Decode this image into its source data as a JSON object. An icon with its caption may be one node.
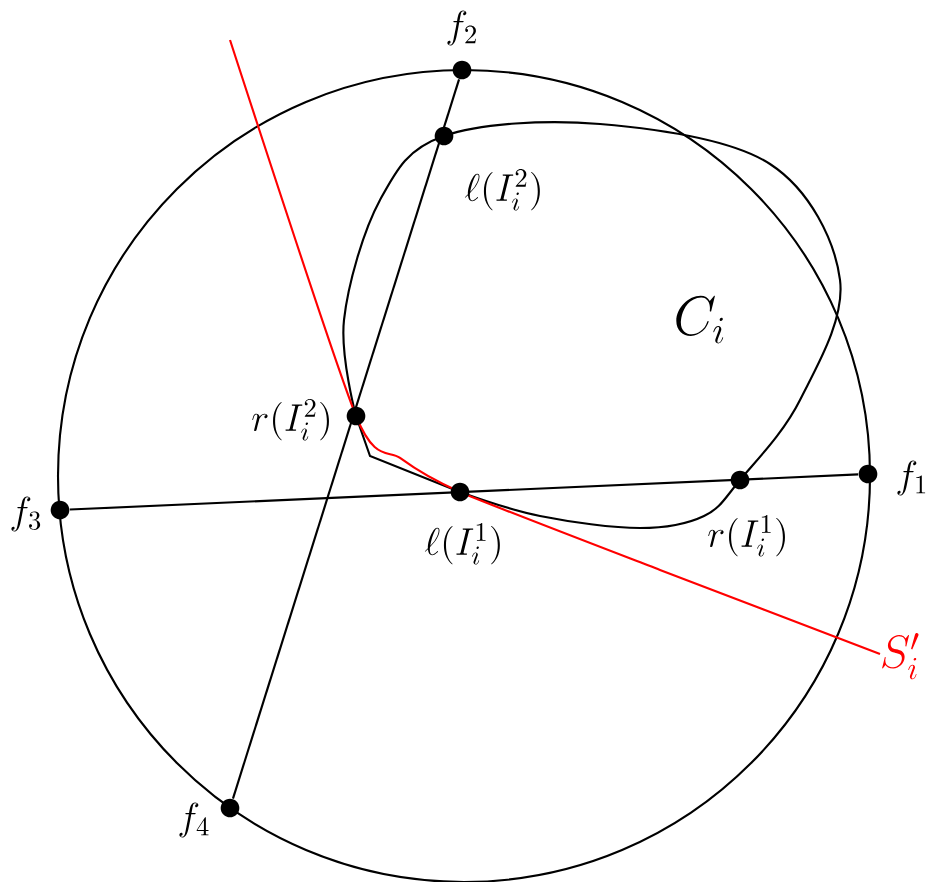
{
  "diagram": {
    "nodes": [
      {
        "text": [],
        "shape": "circle",
        "beside": [
          "f_2"
        ]
      },
      {
        "text": [],
        "shape": "circle",
        "beside": [
          "\\ell(I_i^2)"
        ]
      },
      {
        "text": [],
        "shape": "circle",
        "beside": [
          "r(I_i^2)"
        ]
      },
      {
        "text": [],
        "shape": "circle",
        "beside": [
          "r(I_i^1)"
        ]
      },
      {
        "text": [],
        "shape": "circle",
        "beside": [
          "f_1"
        ]
      },
      {
        "text": [],
        "shape": "circle",
        "beside": [
          "\\ell(I_i^1)"
        ]
      },
      {
        "text": [],
        "shape": "circle",
        "beside": [
          "f_3"
        ]
      },
      {
        "text": [],
        "shape": "circle",
        "beside": [
          "f_4"
        ]
      }
    ],
    "edges": [
      {
        "from": 6,
        "to": 4,
        "arrow": "none"
      },
      {
        "from": 7,
        "to": 0,
        "arrow": "none"
      }
    ],
    "labels": [
      "C_i",
      "S_i'"
    ]
  }
}
